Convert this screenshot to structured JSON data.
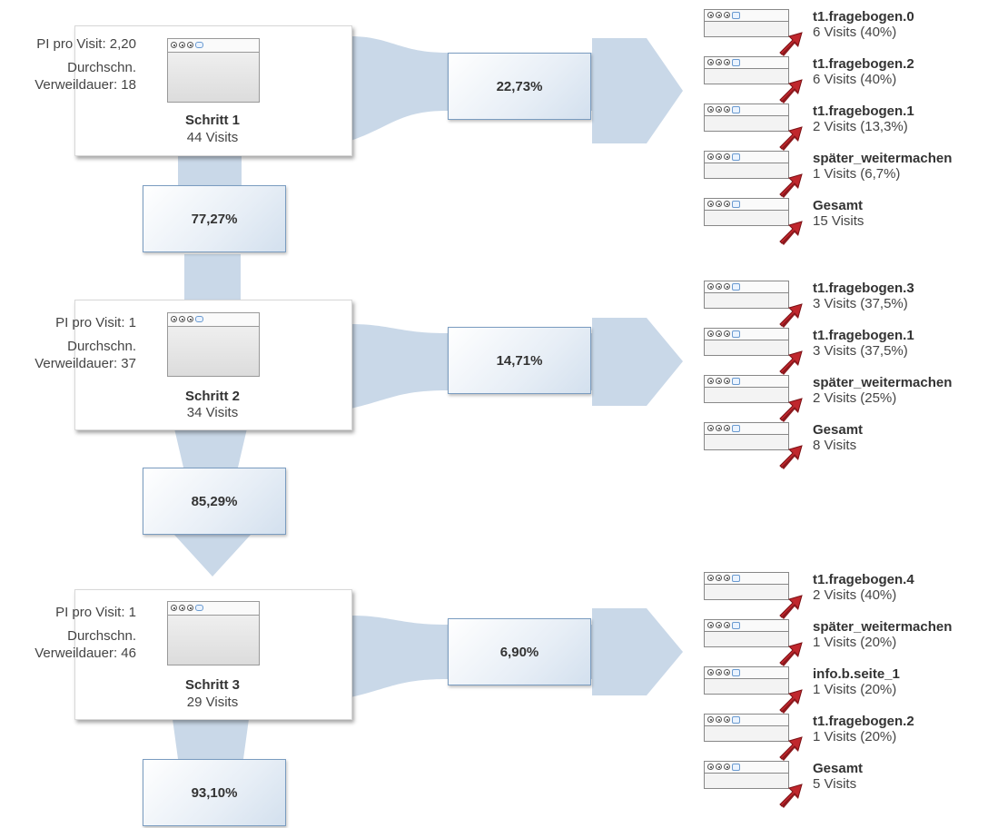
{
  "steps": [
    {
      "name": "Schritt 1",
      "visits": "44 Visits",
      "pi_label": "PI pro Visit: 2,20",
      "dwell_line1": "Durchschn.",
      "dwell_line2": "Verweildauer: 18",
      "exit_pct": "22,73%",
      "continue_pct": "77,27%",
      "exits": [
        {
          "name": "t1.fragebogen.0",
          "visits": "6 Visits (40%)"
        },
        {
          "name": "t1.fragebogen.2",
          "visits": "6 Visits (40%)"
        },
        {
          "name": "t1.fragebogen.1",
          "visits": "2 Visits (13,3%)"
        },
        {
          "name": "später_weitermachen",
          "visits": "1 Visits (6,7%)"
        },
        {
          "name": "Gesamt",
          "visits": "15 Visits"
        }
      ]
    },
    {
      "name": "Schritt 2",
      "visits": "34 Visits",
      "pi_label": "PI pro Visit: 1",
      "dwell_line1": "Durchschn.",
      "dwell_line2": "Verweildauer: 37",
      "exit_pct": "14,71%",
      "continue_pct": "85,29%",
      "exits": [
        {
          "name": "t1.fragebogen.3",
          "visits": "3 Visits (37,5%)"
        },
        {
          "name": "t1.fragebogen.1",
          "visits": "3 Visits (37,5%)"
        },
        {
          "name": "später_weitermachen",
          "visits": "2 Visits (25%)"
        },
        {
          "name": "Gesamt",
          "visits": "8 Visits"
        }
      ]
    },
    {
      "name": "Schritt 3",
      "visits": "29 Visits",
      "pi_label": "PI pro Visit: 1",
      "dwell_line1": "Durchschn.",
      "dwell_line2": "Verweildauer: 46",
      "exit_pct": "6,90%",
      "continue_pct": "93,10%",
      "exits": [
        {
          "name": "t1.fragebogen.4",
          "visits": "2 Visits (40%)"
        },
        {
          "name": "später_weitermachen",
          "visits": "1 Visits (20%)"
        },
        {
          "name": "info.b.seite_1",
          "visits": "1 Visits (20%)"
        },
        {
          "name": "t1.fragebogen.2",
          "visits": "1 Visits (20%)"
        },
        {
          "name": "Gesamt",
          "visits": "5 Visits"
        }
      ]
    }
  ],
  "colors": {
    "flow": "#c9d8e8",
    "box_border": "#7a9cc0",
    "exit_arrow": "#c0272d"
  },
  "icons": {
    "page_thumbnail": "browser-window-icon",
    "exit_marker": "red-exit-arrow-icon"
  }
}
